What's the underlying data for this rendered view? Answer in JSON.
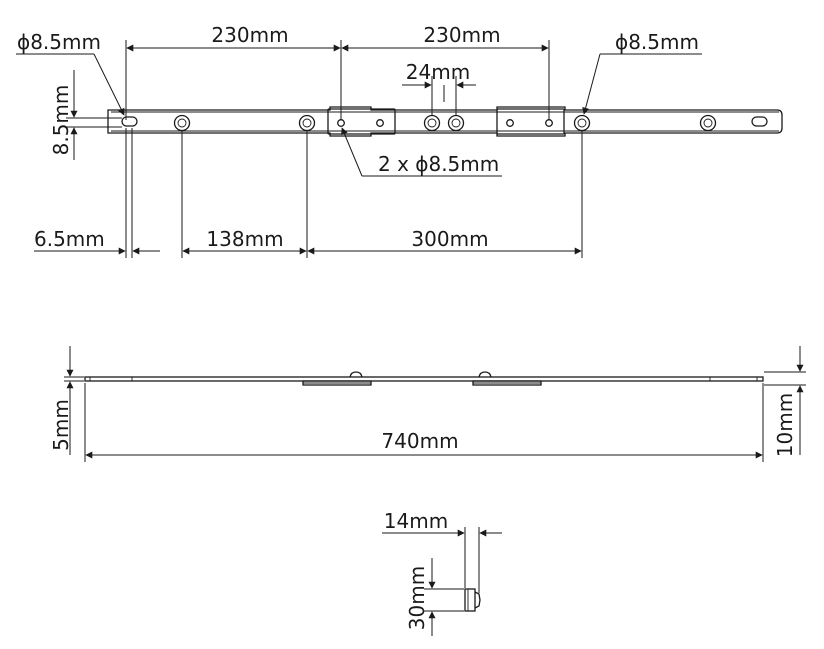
{
  "top_view": {
    "labels": {
      "hole_left": "ϕ8.5mm",
      "span_a": "230mm",
      "span_b": "230mm",
      "hole_right": "ϕ8.5mm",
      "center_gap": "24mm",
      "height": "8.5mm",
      "bracket_holes": "2 x ϕ8.5mm",
      "edge_offset": "6.5mm",
      "spacing_small": "138mm",
      "spacing_large": "300mm"
    }
  },
  "side_view": {
    "labels": {
      "thickness_left": "5mm",
      "length": "740mm",
      "thickness_right": "10mm"
    }
  },
  "end_view": {
    "labels": {
      "width": "14mm",
      "height": "30mm"
    }
  }
}
